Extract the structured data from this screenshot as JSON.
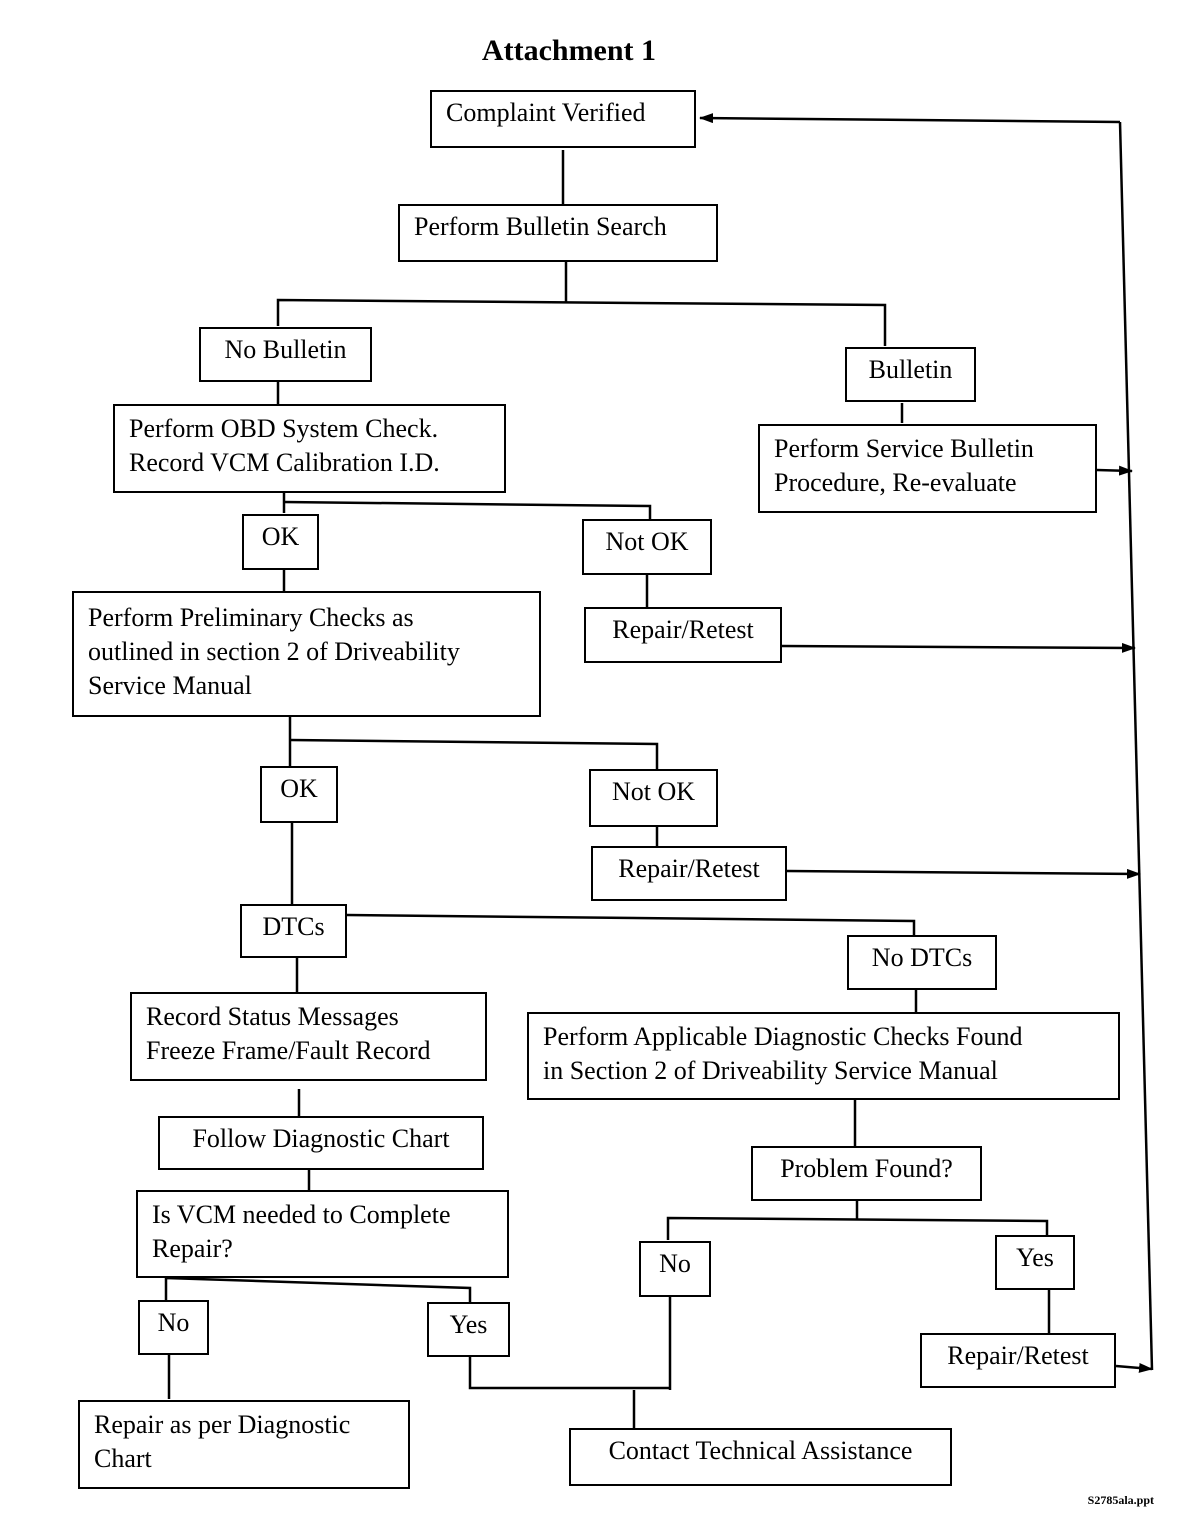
{
  "title": "Attachment 1",
  "footer": "S2785ala.ppt",
  "nodes": {
    "complaint_verified": "Complaint Verified",
    "bulletin_search": "Perform Bulletin Search",
    "no_bulletin": "No Bulletin",
    "bulletin": "Bulletin",
    "obd_check": [
      "Perform OBD System Check.",
      "Record VCM Calibration I.D."
    ],
    "service_bulletin": [
      "Perform Service Bulletin",
      "Procedure, Re-evaluate"
    ],
    "ok_1": "OK",
    "not_ok_1": "Not OK",
    "preliminary_checks": [
      "Perform Preliminary Checks as",
      "outlined in section 2 of Driveability",
      "Service Manual"
    ],
    "repair_retest_1": "Repair/Retest",
    "ok_2": "OK",
    "not_ok_2": "Not OK",
    "repair_retest_2": "Repair/Retest",
    "dtcs": "DTCs",
    "no_dtcs": "No DTCs",
    "record_status": [
      "Record Status Messages",
      "Freeze Frame/Fault Record"
    ],
    "applicable_checks": [
      "Perform Applicable Diagnostic Checks Found",
      "in Section 2 of Driveability Service Manual"
    ],
    "follow_chart": "Follow Diagnostic Chart",
    "problem_found": "Problem Found?",
    "vcm_needed": [
      "Is VCM needed to Complete",
      "Repair?"
    ],
    "no_pf": "No",
    "yes_pf": "Yes",
    "no_vcm": "No",
    "yes_vcm": "Yes",
    "repair_retest_3": "Repair/Retest",
    "repair_per_chart": [
      "Repair as per Diagnostic",
      "Chart"
    ],
    "contact_tech": "Contact Technical Assistance"
  }
}
